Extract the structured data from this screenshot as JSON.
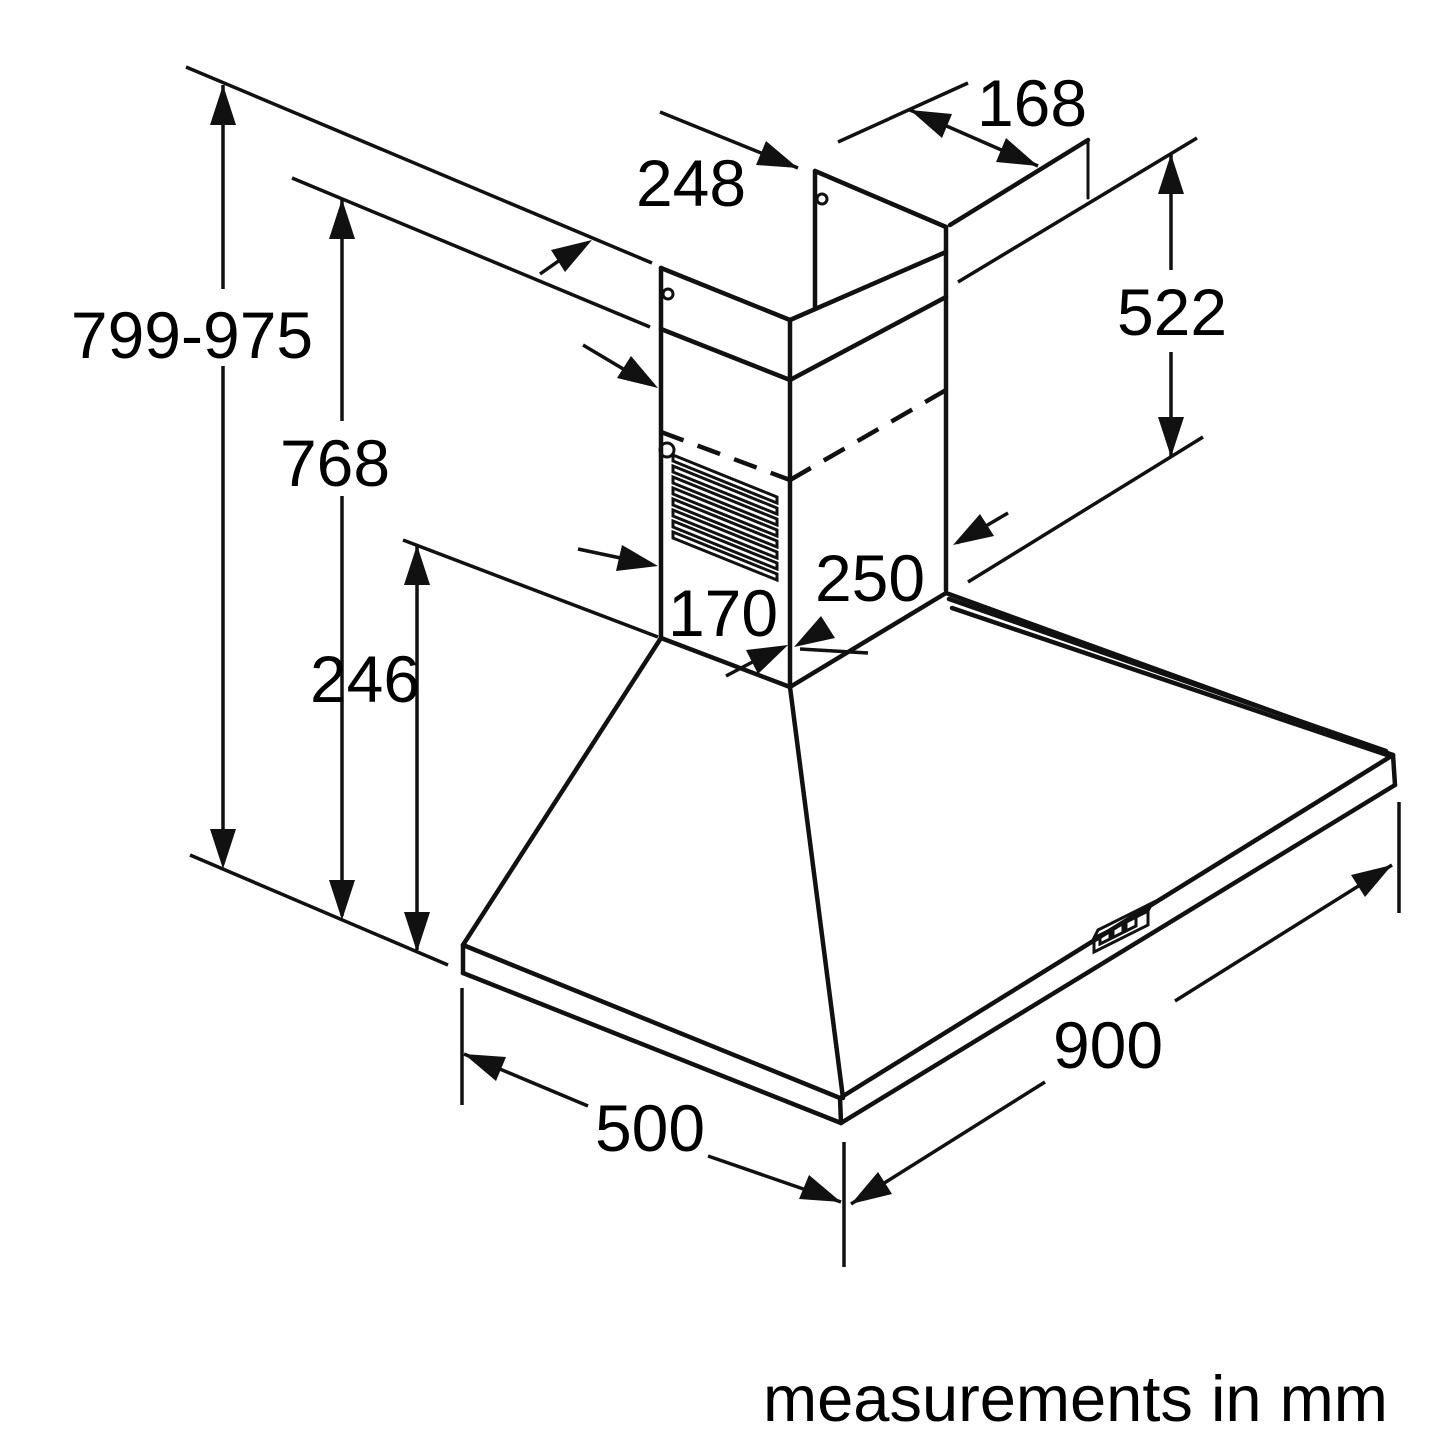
{
  "diagram": {
    "type": "technical-dimension-drawing",
    "subject": "wall-mounted chimney cooker hood",
    "footer": "measurements in mm",
    "unit": "mm",
    "line_color": "#111111",
    "background_color": "#ffffff",
    "dimensions": {
      "height_range": "799-975",
      "height_to_canopy_top": "768",
      "chimney_width": "248",
      "bracket_depth": "168",
      "chimney_height": "522",
      "chimney_depth_left": "170",
      "chimney_depth_right": "250",
      "canopy_height": "246",
      "hood_width": "900",
      "hood_depth": "500"
    }
  }
}
